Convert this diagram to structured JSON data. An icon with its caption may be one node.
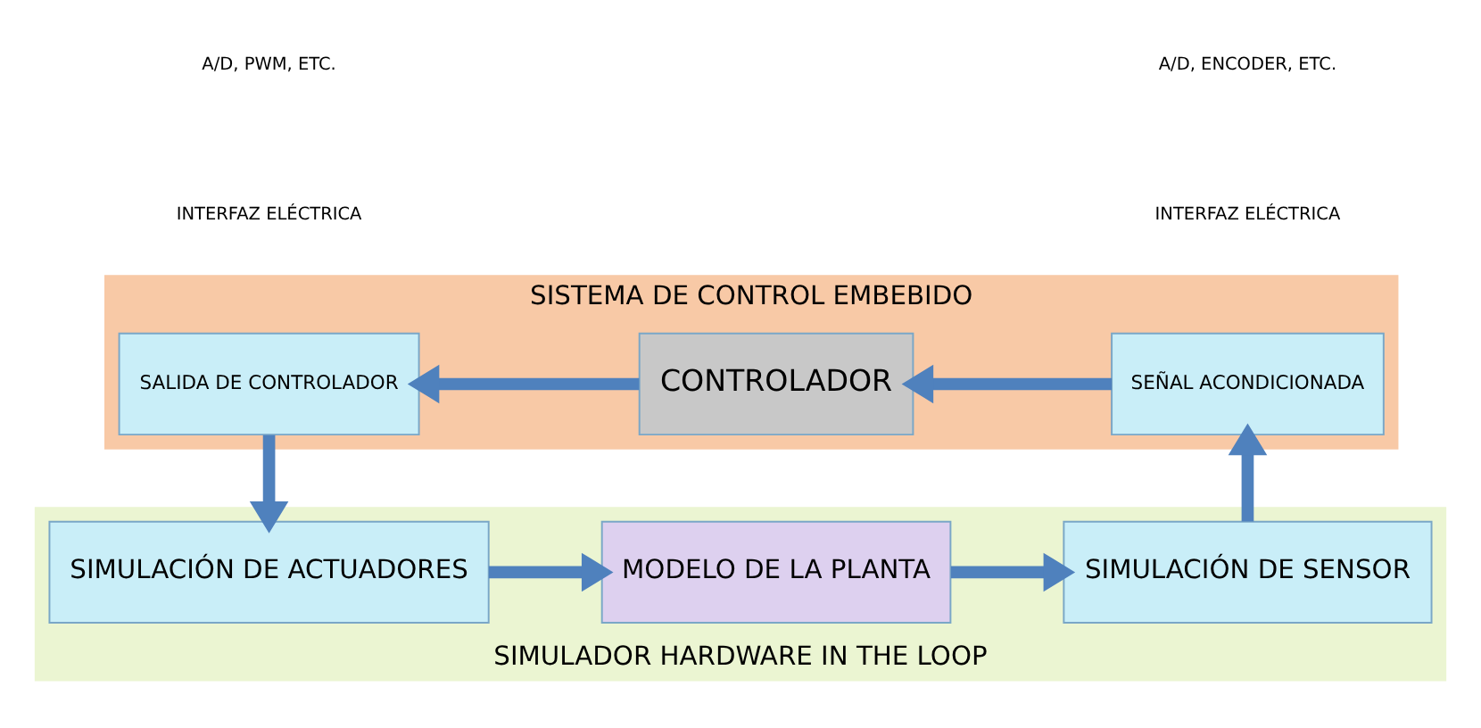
{
  "diagram": {
    "nodes": [
      {
        "text": [
          "SISTEMA DE CONTROL EMBEBIDO"
        ]
      },
      {
        "text": [
          "SEÑAL ACONDICIONADA"
        ],
        "in": 0
      },
      {
        "text": [
          "CONTROLADOR"
        ],
        "in": 0
      },
      {
        "text": [
          "SALIDA DE CONTROLADOR"
        ],
        "in": 0
      },
      {
        "text": [
          "SIMULADOR HARDWARE IN THE LOOP"
        ]
      },
      {
        "text": [
          "SIMULACIÓN DE SENSOR"
        ],
        "in": 4
      },
      {
        "text": [
          "MODELO DE LA PLANTA"
        ],
        "in": 4
      },
      {
        "text": [
          "SIMULACIÓN DE ACTUADORES"
        ],
        "in": 4
      }
    ],
    "edges": [
      {
        "from": 1,
        "to": 2,
        "arrow": "to"
      },
      {
        "from": 2,
        "to": 3,
        "arrow": "to"
      },
      {
        "from": 3,
        "to": 7,
        "arrow": "to"
      },
      {
        "from": 7,
        "to": 6,
        "arrow": "to"
      },
      {
        "from": 6,
        "to": 5,
        "arrow": "to"
      },
      {
        "from": 5,
        "to": 1,
        "arrow": "to"
      }
    ],
    "labels": [
      "INTERFAZ ELÉCTRICA",
      "A/D, ENCODER, ETC.",
      "INTERFAZ ELÉCTRICA",
      "A/D, PWM, ETC."
    ]
  }
}
